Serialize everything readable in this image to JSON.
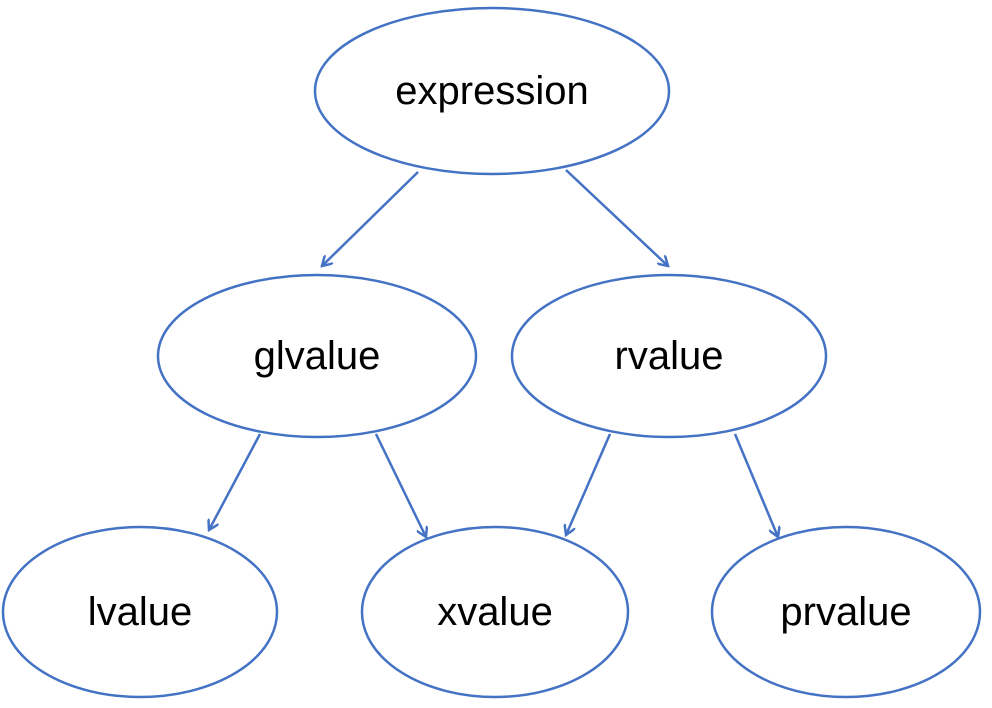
{
  "diagram": {
    "type": "tree",
    "colors": {
      "stroke": "#4472c4",
      "text": "#000000",
      "background": "#ffffff"
    },
    "nodes": {
      "expression": "expression",
      "glvalue": "glvalue",
      "rvalue": "rvalue",
      "lvalue": "lvalue",
      "xvalue": "xvalue",
      "prvalue": "prvalue"
    },
    "edges": [
      {
        "from": "expression",
        "to": "glvalue"
      },
      {
        "from": "expression",
        "to": "rvalue"
      },
      {
        "from": "glvalue",
        "to": "lvalue"
      },
      {
        "from": "glvalue",
        "to": "xvalue"
      },
      {
        "from": "rvalue",
        "to": "xvalue"
      },
      {
        "from": "rvalue",
        "to": "prvalue"
      }
    ]
  }
}
